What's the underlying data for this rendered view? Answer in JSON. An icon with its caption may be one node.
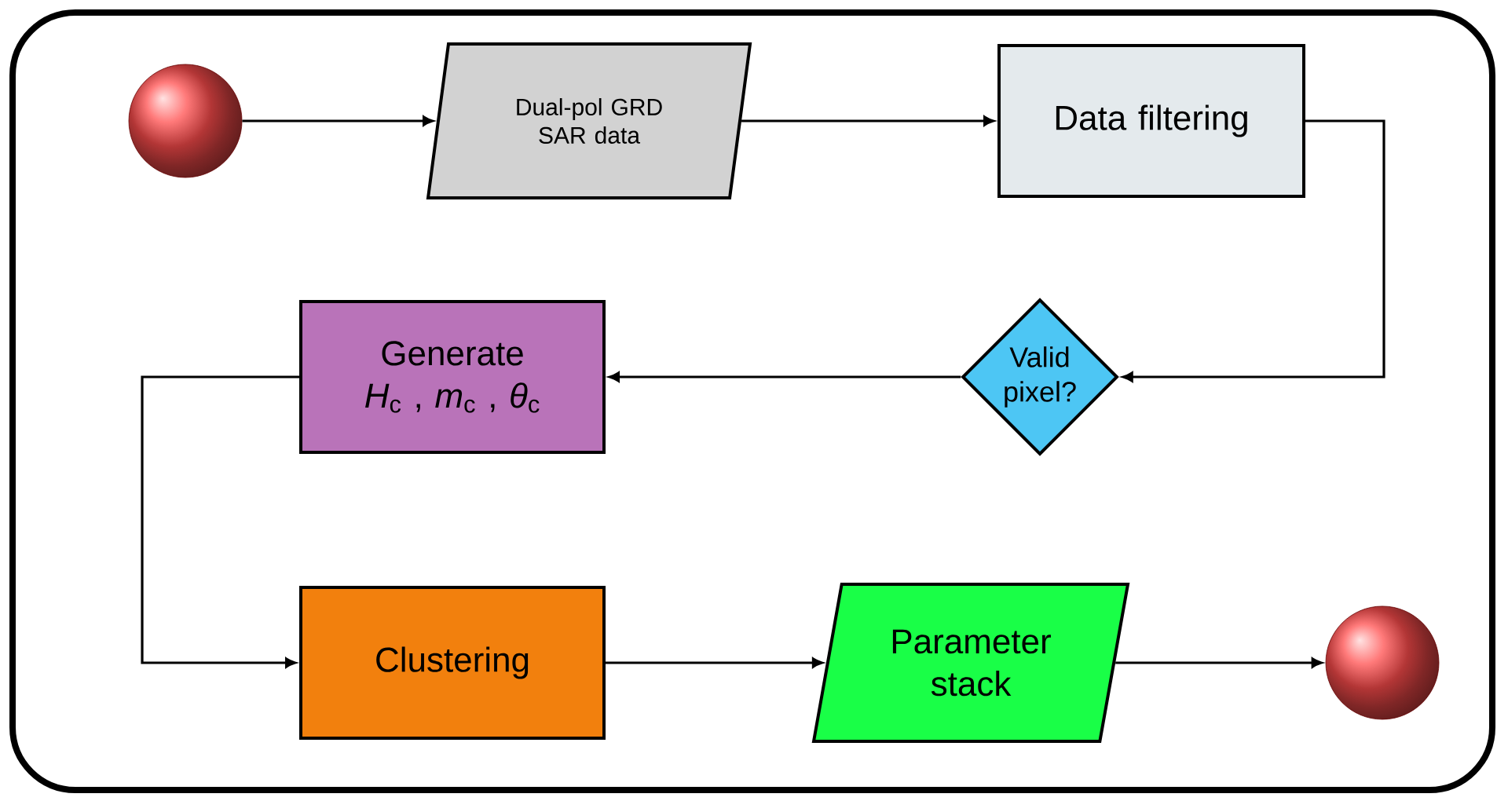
{
  "diagram": {
    "nodes": [
      {
        "text": [],
        "shape": "circle"
      },
      {
        "text": [
          "Dual-pol GRD SAR data"
        ]
      },
      {
        "text": [
          "Data filtering"
        ]
      },
      {
        "text": [
          "Valid pixel?"
        ]
      },
      {
        "text": [
          "Generate",
          "*H*$_{c}$ , *m*$_{c}$ , *θ*$_{c}$"
        ]
      },
      {
        "text": [
          "Clustering"
        ]
      },
      {
        "text": [
          "Parameter stack"
        ]
      },
      {
        "text": [],
        "shape": "circle"
      }
    ],
    "edges": [
      {
        "from": 0,
        "to": 1,
        "arrow": "to"
      },
      {
        "from": 1,
        "to": 2,
        "arrow": "to"
      },
      {
        "from": 2,
        "to": 3,
        "arrow": "to"
      },
      {
        "from": 3,
        "to": 4,
        "arrow": "to"
      },
      {
        "from": 4,
        "to": 5,
        "arrow": "to"
      },
      {
        "from": 5,
        "to": 6,
        "arrow": "to"
      },
      {
        "from": 6,
        "to": 7,
        "arrow": "to"
      }
    ]
  }
}
